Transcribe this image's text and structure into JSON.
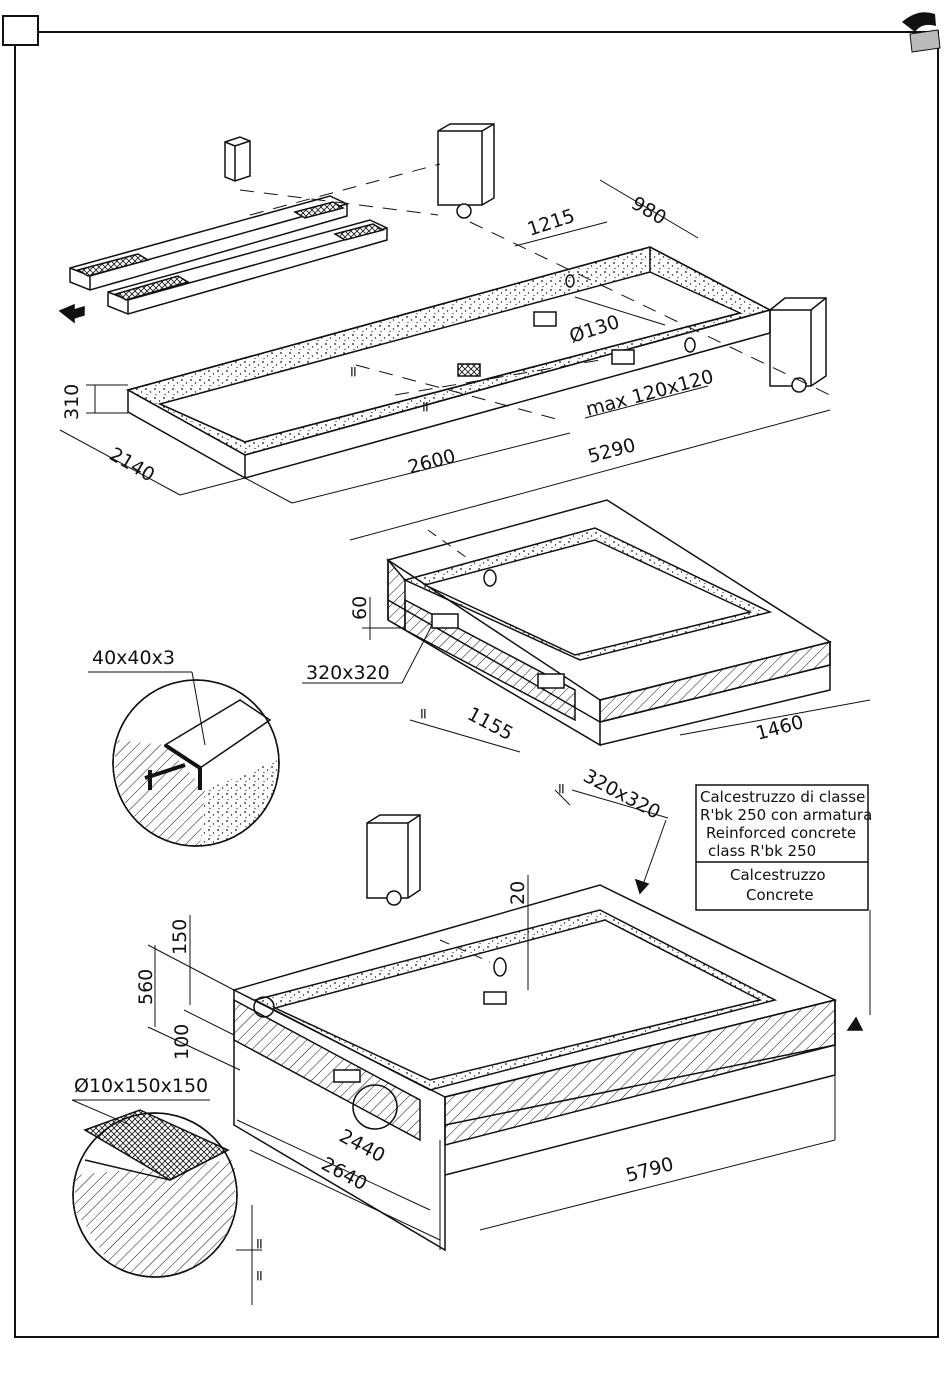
{
  "dimensions": {
    "d980": "980",
    "d1215": "1215",
    "d130": "Ø130",
    "d310": "310",
    "d2140": "2140",
    "d2600": "2600",
    "d5290": "5290",
    "dmax": "max 120x120",
    "d60": "60",
    "d320a": "320x320",
    "d1155": "1155",
    "d1460": "1460",
    "d320b": "320x320",
    "d40": "40x40x3",
    "d20": "20",
    "d150": "150",
    "d560": "560",
    "d100": "100",
    "dmesh": "Ø10x150x150",
    "d2440": "2440",
    "d2640": "2640",
    "d5790": "5790",
    "eq": "="
  },
  "legend": {
    "reinforced_it_1": "Calcestruzzo di classe",
    "reinforced_it_2": "R'bk 250 con armatura",
    "reinforced_en_1": "Reinforced concrete",
    "reinforced_en_2": "class R'bk 250",
    "concrete_it": "Calcestruzzo",
    "concrete_en": "Concrete"
  },
  "colors": {
    "ink": "#111111",
    "paper": "#ffffff"
  }
}
